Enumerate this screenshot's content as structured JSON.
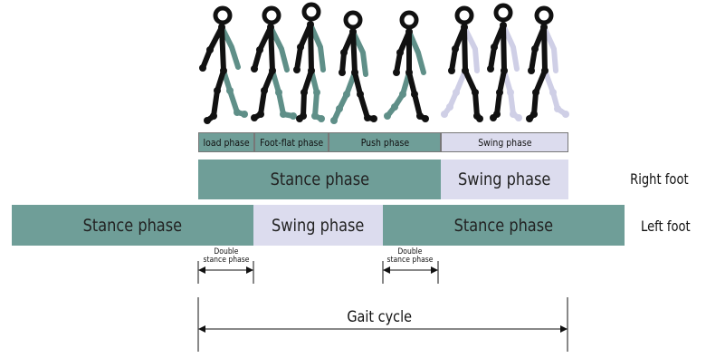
{
  "walking_figures": [
    {
      "name": "figure-1",
      "highlight": "#5f8f88"
    },
    {
      "name": "figure-2",
      "highlight": "#5f8f88"
    },
    {
      "name": "figure-3",
      "highlight": "#5f8f88"
    },
    {
      "name": "figure-4",
      "highlight": "#5f8f88"
    },
    {
      "name": "figure-5",
      "highlight": "#5f8f88"
    },
    {
      "name": "figure-6",
      "highlight": "#cfcfe6"
    },
    {
      "name": "figure-7",
      "highlight": "#cfcfe6"
    },
    {
      "name": "figure-8",
      "highlight": "#cfcfe6"
    }
  ],
  "sub_phases": {
    "load": "load phase",
    "foot_flat": "Foot-flat phase",
    "push": "Push phase",
    "swing": "Swing phase"
  },
  "right_foot": {
    "label": "Right foot",
    "stance": "Stance phase",
    "swing": "Swing phase"
  },
  "left_foot": {
    "label": "Left foot",
    "stance_1": "Stance phase",
    "swing": "Swing phase",
    "stance_2": "Stance phase"
  },
  "double_stance": {
    "first_top": "Double",
    "first_bottom": "stance phase",
    "second_top": "Double",
    "second_bottom": "stance phase"
  },
  "gait_cycle": "Gait cycle",
  "colors": {
    "stance": "#6f9e98",
    "swing": "#dcdcee",
    "limb": "#111111"
  }
}
